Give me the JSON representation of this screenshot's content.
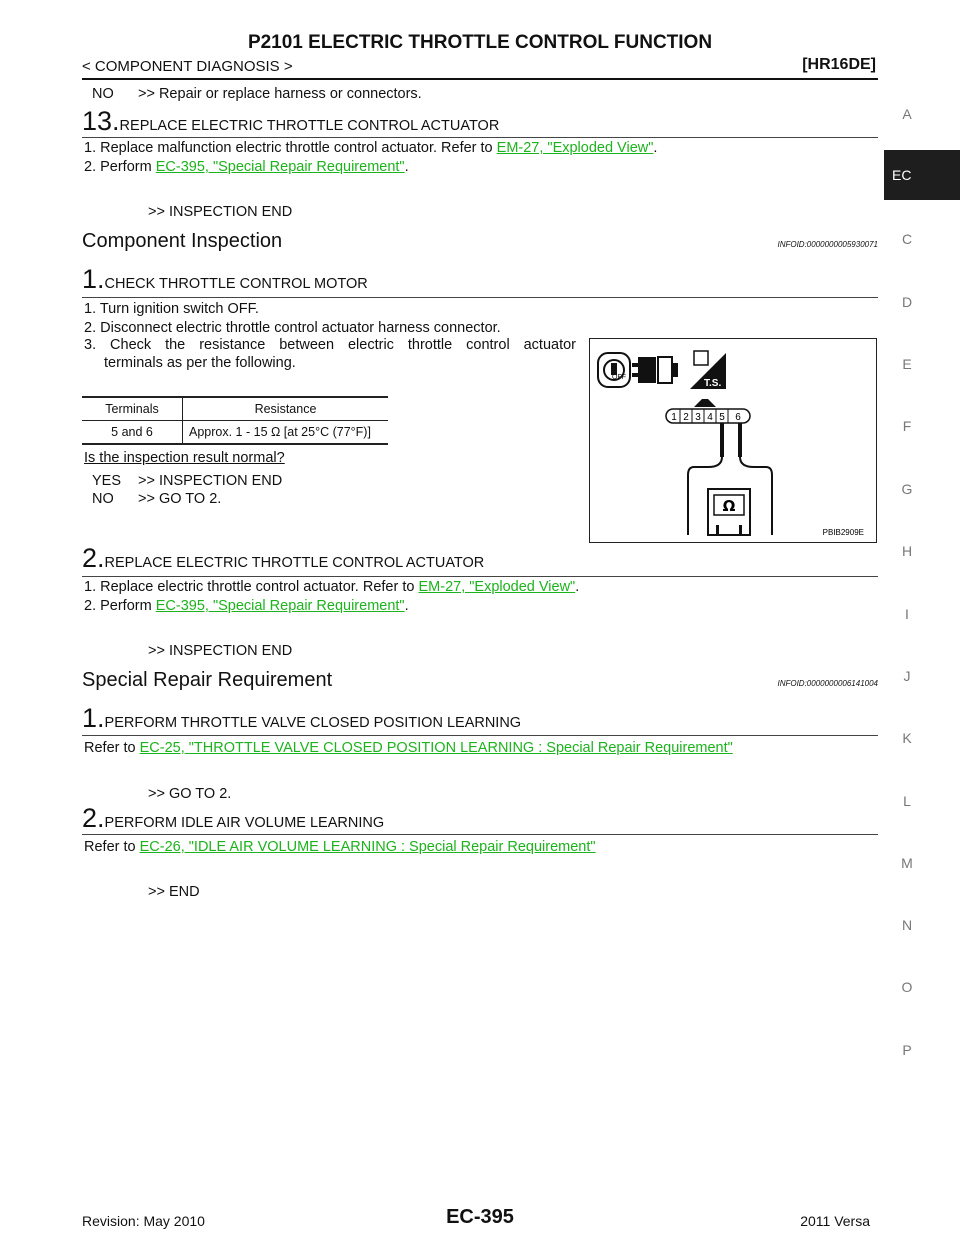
{
  "header": {
    "title": "P2101 ELECTRIC THROTTLE CONTROL FUNCTION",
    "breadcrumb": "< COMPONENT DIAGNOSIS >",
    "engine": "[HR16DE]"
  },
  "sidebar": {
    "letters": [
      "A",
      "EC",
      "C",
      "D",
      "E",
      "F",
      "G",
      "H",
      "I",
      "J",
      "K",
      "L",
      "M",
      "N",
      "O",
      "P"
    ],
    "active": "EC"
  },
  "intro": {
    "no_label": "NO",
    "no_text": ">> Repair or replace harness or connectors."
  },
  "step13": {
    "num": "13.",
    "heading": "REPLACE ELECTRIC THROTTLE CONTROL ACTUATOR",
    "item1_text": "1. Replace malfunction electric throttle control actuator. Refer to ",
    "item1_link": "EM-27, \"Exploded View\"",
    "item1_end": ".",
    "item2_text": "2. Perform ",
    "item2_link": "EC-395, \"Special Repair Requirement\"",
    "item2_end": ".",
    "result": ">> INSPECTION END"
  },
  "component_inspection": {
    "title": "Component Inspection",
    "infoid": "INFOID:0000000005930071",
    "step1": {
      "num": "1.",
      "heading": "CHECK THROTTLE CONTROL MOTOR",
      "items": [
        "1. Turn ignition switch OFF.",
        "2. Disconnect electric throttle control actuator harness connector.",
        "3. Check the resistance between electric throttle control actuator",
        "terminals as per the following."
      ],
      "table": {
        "headers": [
          "Terminals",
          "Resistance"
        ],
        "rows": [
          [
            "5 and 6",
            "Approx. 1 - 15 Ω [at 25°C (77°F)]"
          ]
        ]
      },
      "question": "Is the inspection result normal?",
      "yes_label": "YES",
      "yes_text": ">> INSPECTION END",
      "no_label": "NO",
      "no_text": ">> GO TO 2.",
      "figure": {
        "code": "PBIB2909E",
        "terminals": [
          "1",
          "2",
          "3",
          "4",
          "5",
          "6"
        ],
        "off_label": "OFF",
        "ts_label": "T.S.",
        "ohm": "Ω"
      }
    },
    "step2": {
      "num": "2.",
      "heading": "REPLACE ELECTRIC THROTTLE CONTROL ACTUATOR",
      "item1_text": "1. Replace electric throttle control actuator. Refer to ",
      "item1_link": "EM-27, \"Exploded View\"",
      "item1_end": ".",
      "item2_text": "2. Perform ",
      "item2_link": "EC-395, \"Special Repair Requirement\"",
      "item2_end": ".",
      "result": ">> INSPECTION END"
    }
  },
  "special_repair": {
    "title": "Special Repair Requirement",
    "infoid": "INFOID:0000000006141004",
    "step1": {
      "num": "1.",
      "heading": "PERFORM THROTTLE VALVE CLOSED POSITION LEARNING",
      "refer": "Refer to ",
      "link": "EC-25, \"THROTTLE VALVE CLOSED POSITION LEARNING : Special Repair Requirement\"",
      "result": ">> GO TO 2."
    },
    "step2": {
      "num": "2.",
      "heading": "PERFORM IDLE AIR VOLUME LEARNING",
      "refer": "Refer to ",
      "link": "EC-26, \"IDLE AIR VOLUME LEARNING : Special Repair Requirement\"",
      "result": ">> END"
    }
  },
  "footer": {
    "revision": "Revision: May 2010",
    "page": "EC-395",
    "model": "2011 Versa"
  },
  "colors": {
    "link": "#1db31d",
    "sidebar_active_bg": "#1e1e1e"
  }
}
